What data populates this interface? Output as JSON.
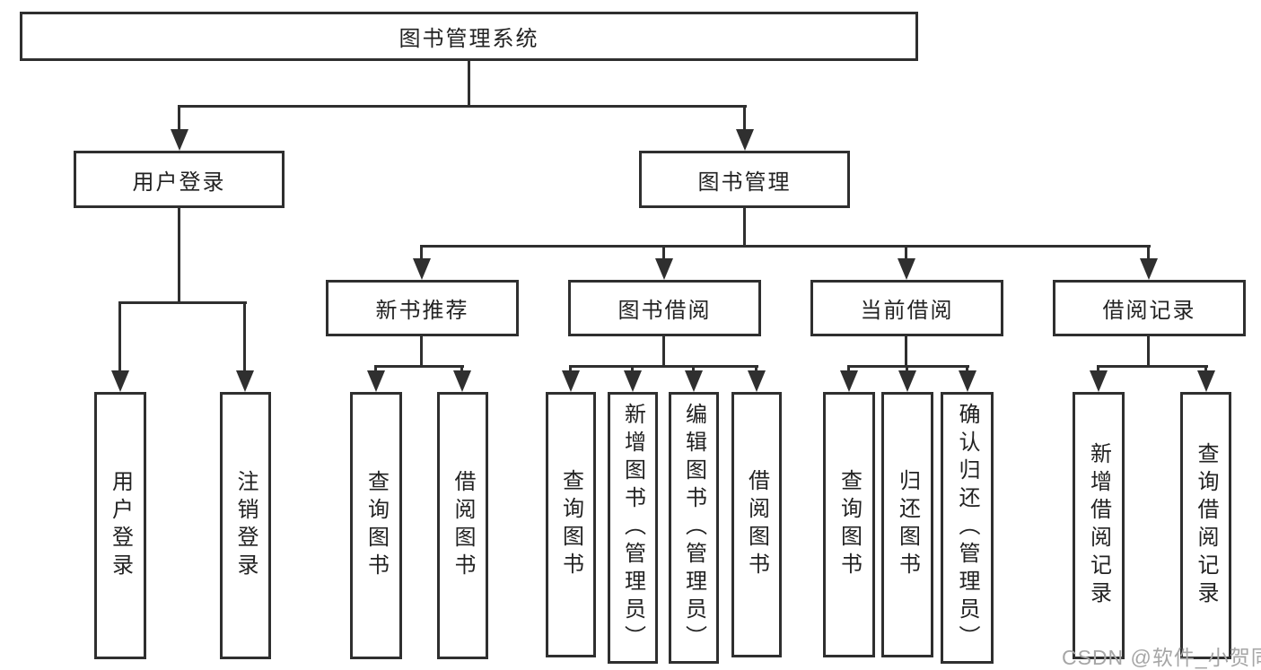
{
  "diagram": {
    "root_label": "图书管理系统",
    "level1": [
      "用户登录",
      "图书管理"
    ],
    "level2": [
      "新书推荐",
      "图书借阅",
      "当前借阅",
      "借阅记录"
    ],
    "leaves_user": [
      "用户登录",
      "注销登录"
    ],
    "leaves_newbook": [
      "查询图书",
      "借阅图书"
    ],
    "leaves_borrow": [
      "查询图书",
      "新增图书（管理员）",
      "编辑图书（管理员）",
      "借阅图书"
    ],
    "leaves_current": [
      "查询图书",
      "归还图书",
      "确认归还（管理员）"
    ],
    "leaves_record": [
      "新增借阅记录",
      "查询借阅记录"
    ],
    "watermark": "CSDN @软件_小贺同学",
    "colors": {
      "line": "#2f2f2f",
      "text": "#222222",
      "watermark": "#a6a6a6",
      "background": "#ffffff"
    }
  }
}
